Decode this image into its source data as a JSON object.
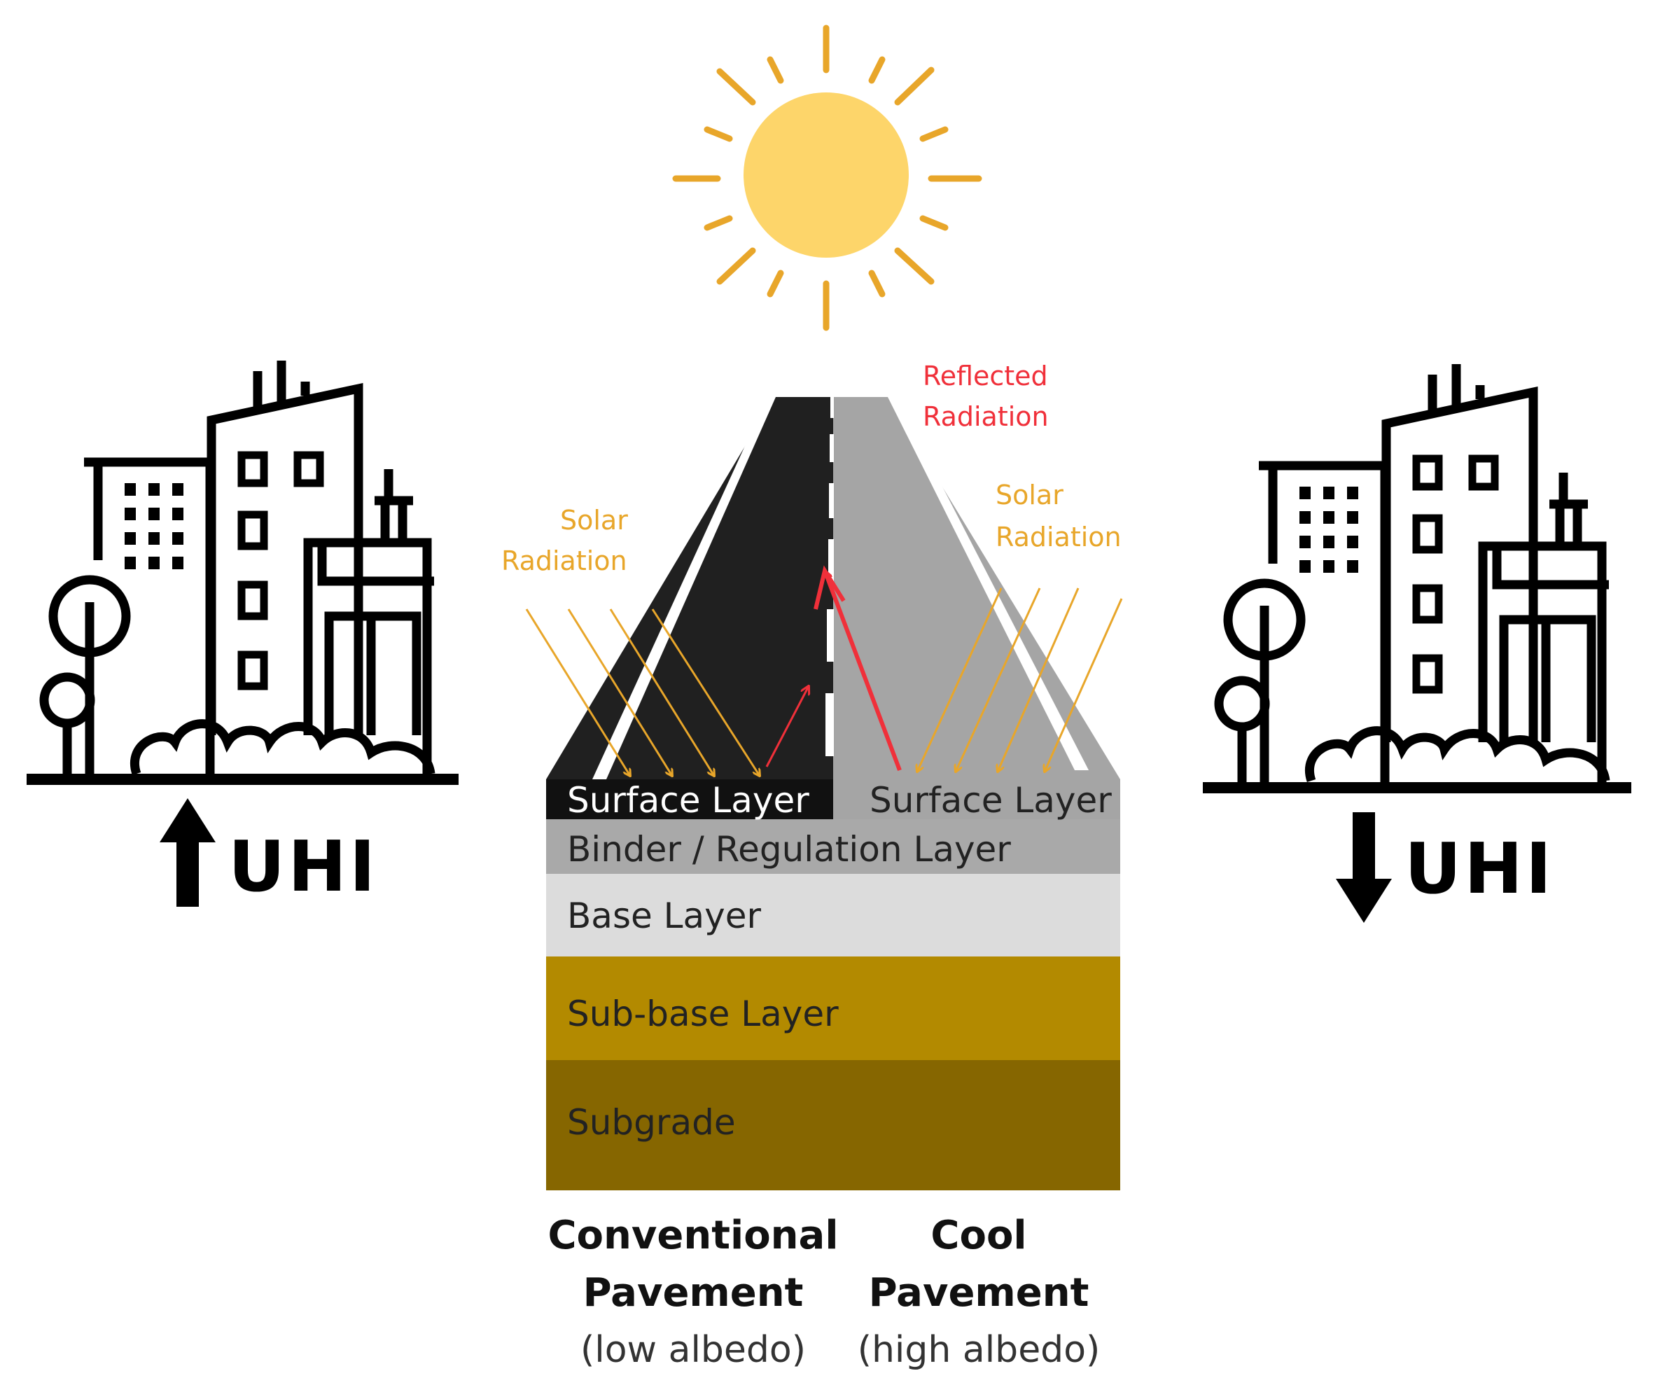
{
  "labels": {
    "reflected_line1": "Reflected",
    "reflected_line2": "Radiation",
    "solar_left_line1": "Solar",
    "solar_left_line2": "Radiation",
    "solar_right_line1": "Solar",
    "solar_right_line2": "Radiation"
  },
  "layers": {
    "surface_left": "Surface Layer",
    "surface_right": "Surface Layer",
    "binder": "Binder / Regulation Layer",
    "base": "Base Layer",
    "subbase": "Sub-base Layer",
    "subgrade": "Subgrade"
  },
  "uhi": {
    "left_text": "UHI",
    "left_direction": "up",
    "right_text": "UHI",
    "right_direction": "down"
  },
  "captions": {
    "conventional_line1": "Conventional",
    "conventional_line2": "Pavement",
    "conventional_sub": "(low albedo)",
    "cool_line1": "Cool",
    "cool_line2": "Pavement",
    "cool_sub": "(high albedo)"
  },
  "colors": {
    "sun": "#fdd56a",
    "sun_rays": "#e8a62a",
    "solar_arrows": "#e8a62a",
    "reflected_arrows": "#f0303a",
    "conventional_surface": "#202020",
    "cool_surface": "#a5a5a5",
    "binder": "#a9a9a9",
    "base": "#dcdcdc",
    "subbase": "#b38a00",
    "subgrade": "#866600"
  }
}
